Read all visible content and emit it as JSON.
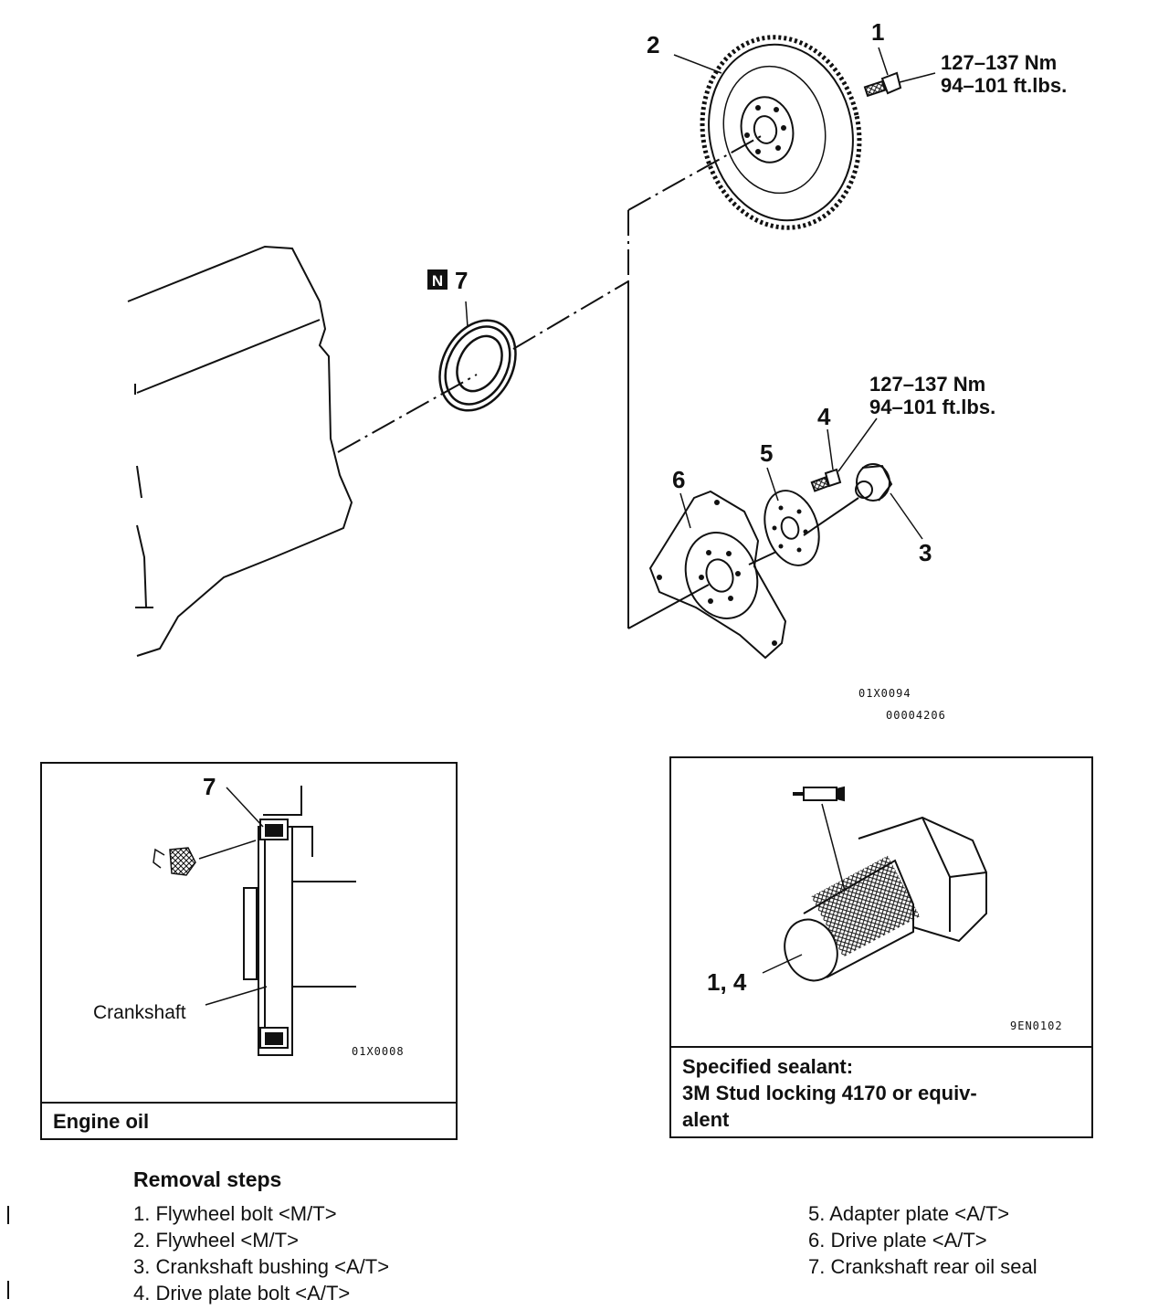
{
  "callouts": {
    "c1": "1",
    "c2": "2",
    "c3": "3",
    "c4": "4",
    "c5": "5",
    "c6": "6",
    "c7": "7",
    "n_badge": "N"
  },
  "torque_top": {
    "line1": "127–137 Nm",
    "line2": "94–101 ft.lbs."
  },
  "torque_mid": {
    "line1": "127–137 Nm",
    "line2": "94–101 ft.lbs."
  },
  "figure_codes": {
    "main_1": "01X0094",
    "main_2": "00004206"
  },
  "inset_left": {
    "callout": "7",
    "label_crankshaft": "Crankshaft",
    "code": "01X0008",
    "footer": "Engine oil"
  },
  "inset_right": {
    "callout": "1, 4",
    "code": "9EN0102",
    "footer_line1": "Specified sealant:",
    "footer_line2": "3M Stud locking 4170 or equiv-",
    "footer_line3": "alent"
  },
  "removal": {
    "title": "Removal steps",
    "left": [
      "1. Flywheel bolt <M/T>",
      "2. Flywheel <M/T>",
      "3. Crankshaft bushing <A/T>",
      "4. Drive plate bolt <A/T>"
    ],
    "right": [
      "5. Adapter plate <A/T>",
      "6. Drive plate <A/T>",
      "7. Crankshaft rear oil seal"
    ]
  }
}
